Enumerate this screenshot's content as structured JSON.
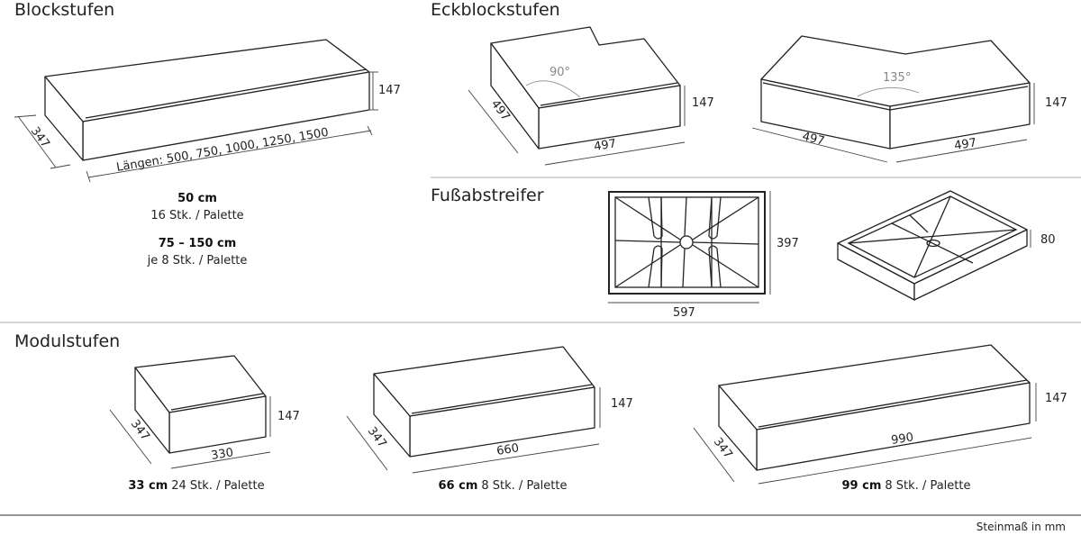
{
  "sections": {
    "blockstufen": {
      "title": "Blockstufen",
      "height_dim": "147",
      "depth_dim": "347",
      "lengths_label": "Längen: 500, 750, 1000, 1250, 1500",
      "info": [
        {
          "size": "50 cm",
          "qty": "16 Stk. / Palette"
        },
        {
          "size": "75 – 150 cm",
          "qty": "je 8 Stk. / Palette"
        }
      ]
    },
    "eckblockstufen": {
      "title": "Eckblockstufen",
      "variants": [
        {
          "angle": "90°",
          "depth_dim": "497",
          "length_dim": "497",
          "height_dim": "147"
        },
        {
          "angle": "135°",
          "left_dim": "497",
          "right_dim": "497",
          "height_dim": "147"
        }
      ]
    },
    "fussabstreifer": {
      "title": "Fußabstreifer",
      "width_dim": "597",
      "depth_dim": "397",
      "height_dim": "80"
    },
    "modulstufen": {
      "title": "Modulstufen",
      "items": [
        {
          "length_dim": "330",
          "depth_dim": "347",
          "height_dim": "147",
          "size": "33 cm",
          "qty": "24 Stk. / Palette"
        },
        {
          "length_dim": "660",
          "depth_dim": "347",
          "height_dim": "147",
          "size": "66 cm",
          "qty": "8 Stk. / Palette"
        },
        {
          "length_dim": "990",
          "depth_dim": "347",
          "height_dim": "147",
          "size": "99 cm",
          "qty": "8 Stk. / Palette"
        }
      ]
    }
  },
  "footer": {
    "unit_note": "Steinmaß in mm"
  }
}
